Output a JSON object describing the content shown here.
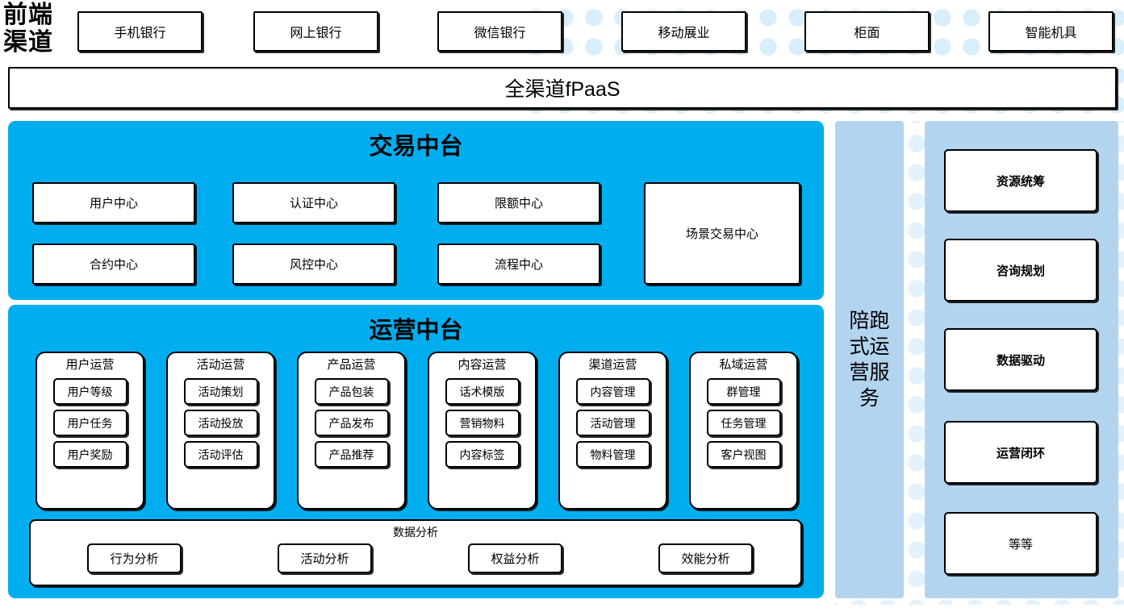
{
  "front_channel": {
    "label": "前端\n渠道",
    "line1": "前端",
    "line2": "渠道",
    "channels": [
      {
        "label": "手机银行"
      },
      {
        "label": "网上银行"
      },
      {
        "label": "微信银行"
      },
      {
        "label": "移动展业"
      },
      {
        "label": "柜面"
      },
      {
        "label": "智能机具"
      }
    ]
  },
  "fpaas": {
    "label": "全渠道fPaaS"
  },
  "trade_platform": {
    "title": "交易中台",
    "cells": [
      {
        "label": "用户中心"
      },
      {
        "label": "认证中心"
      },
      {
        "label": "限额中心"
      },
      {
        "label": "合约中心"
      },
      {
        "label": "风控中心"
      },
      {
        "label": "流程中心"
      }
    ],
    "scene_cell": {
      "label": "场景交易中心"
    }
  },
  "ops_platform": {
    "title": "运营中台",
    "columns": [
      {
        "title": "用户运营",
        "items": [
          "用户等级",
          "用户任务",
          "用户奖励"
        ]
      },
      {
        "title": "活动运营",
        "items": [
          "活动策划",
          "活动投放",
          "活动评估"
        ]
      },
      {
        "title": "产品运营",
        "items": [
          "产品包装",
          "产品发布",
          "产品推荐"
        ]
      },
      {
        "title": "内容运营",
        "items": [
          "话术模版",
          "营销物料",
          "内容标签"
        ]
      },
      {
        "title": "渠道运营",
        "items": [
          "内容管理",
          "活动管理",
          "物料管理"
        ]
      },
      {
        "title": "私域运营",
        "items": [
          "群管理",
          "任务管理",
          "客户视图"
        ]
      }
    ],
    "data_analysis": {
      "title": "数据分析",
      "items": [
        "行为分析",
        "活动分析",
        "权益分析",
        "效能分析"
      ]
    }
  },
  "service_strip": {
    "label": "陪跑式运营服务"
  },
  "right_panel": {
    "cells": [
      {
        "label": "资源统筹",
        "bold": true
      },
      {
        "label": "咨询规划",
        "bold": true
      },
      {
        "label": "数据驱动",
        "bold": true
      },
      {
        "label": "运营闭环",
        "bold": true
      },
      {
        "label": "等等",
        "bold": false
      }
    ]
  },
  "colors": {
    "platform_blue": "#00AEF0",
    "side_light_blue": "#b3d4ef",
    "dot_blue": "#d9eefc",
    "box_white": "#ffffff",
    "outline_black": "#000000"
  }
}
